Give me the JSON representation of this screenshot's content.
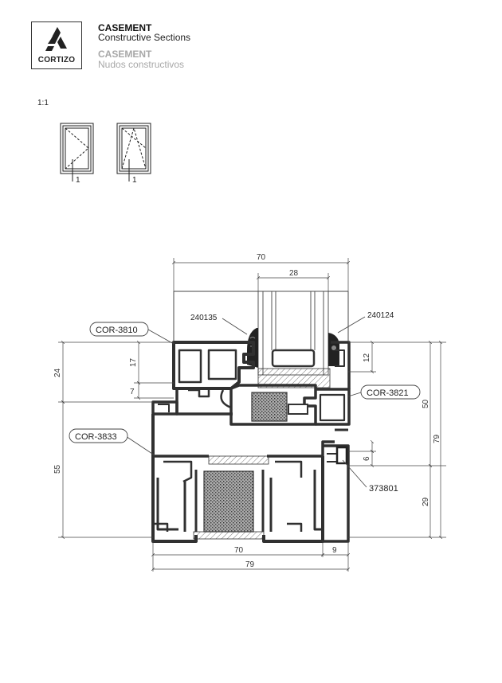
{
  "header": {
    "brand": "CORTIZO",
    "title_en": "CASEMENT",
    "subtitle_en": "Constructive Sections",
    "title_es": "CASEMENT",
    "subtitle_es": "Nudos constructivos"
  },
  "scale_label": "1:1",
  "thumbnails": [
    {
      "label": "1"
    },
    {
      "label": "1"
    }
  ],
  "callouts": {
    "frame_top": "COR-3810",
    "sash_right": "COR-3821",
    "frame_bottom": "COR-3833",
    "gasket_left": "240135",
    "gasket_right": "240124",
    "hardware": "373801"
  },
  "dimensions": {
    "top_width": "70",
    "glass": "28",
    "left_24": "24",
    "left_17": "17",
    "left_7": "7",
    "left_55": "55",
    "right_12": "12",
    "right_50": "50",
    "right_79": "79",
    "right_6": "6",
    "right_29": "29",
    "bottom_70": "70",
    "bottom_9": "9",
    "bottom_79": "79"
  },
  "colors": {
    "profile": "#303030",
    "accent_gray": "#a8a8a8",
    "line": "#444444"
  }
}
